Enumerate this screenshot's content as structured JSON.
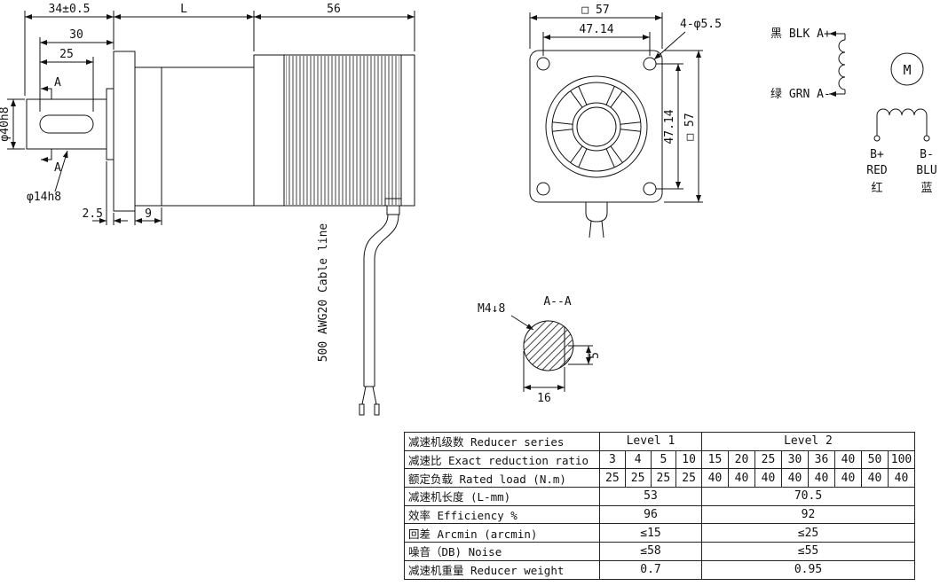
{
  "side": {
    "dim_34": "34±0.5",
    "dim_L": "L",
    "dim_56": "56",
    "dim_30": "30",
    "dim_25": "25",
    "dim_40": "φ40h8",
    "dim_14": "φ14h8",
    "dim_2_5": "2.5",
    "dim_9": "9",
    "label_A1": "A",
    "label_A2": "A",
    "cable_label": "500 AWG20 Cable line"
  },
  "front": {
    "dim_sq57_top": "□ 57",
    "dim_4714_top": "47.14",
    "dim_holes": "4-φ5.5",
    "dim_4714_right": "47.14",
    "dim_sq57_right": "□ 57"
  },
  "wiring": {
    "a_plus": "黑 BLK A+",
    "a_minus": "绿 GRN A-",
    "motor": "M",
    "b_plus": "B+",
    "b_minus": "B-",
    "red": "RED",
    "blu": "BLU",
    "red_cn": "红",
    "blu_cn": "蓝"
  },
  "section": {
    "title": "A--A",
    "thread": "M4↓8",
    "dim_16": "16",
    "dim_5": "5"
  },
  "table": {
    "row_labels": [
      "减速机级数 Reducer series",
      "减速比 Exact reduction ratio",
      "额定负载 Rated load (N.m)",
      "减速机长度 (L-mm)",
      "效率 Efficiency %",
      "回差 Arcmin (arcmin)",
      "噪音（DB) Noise",
      "减速机重量 Reducer weight"
    ],
    "series_levels": [
      "Level 1",
      "Level 2"
    ],
    "ratios": [
      "3",
      "4",
      "5",
      "10",
      "15",
      "20",
      "25",
      "30",
      "36",
      "40",
      "50",
      "100"
    ],
    "loads": [
      "25",
      "25",
      "25",
      "25",
      "40",
      "40",
      "40",
      "40",
      "40",
      "40",
      "40",
      "40"
    ],
    "length_mm": [
      "53",
      "70.5"
    ],
    "efficiency": [
      "96",
      "92"
    ],
    "backlash": [
      "≤15",
      "≤25"
    ],
    "noise": [
      "≤58",
      "≤55"
    ],
    "weight": [
      "0.7",
      "0.95"
    ]
  }
}
